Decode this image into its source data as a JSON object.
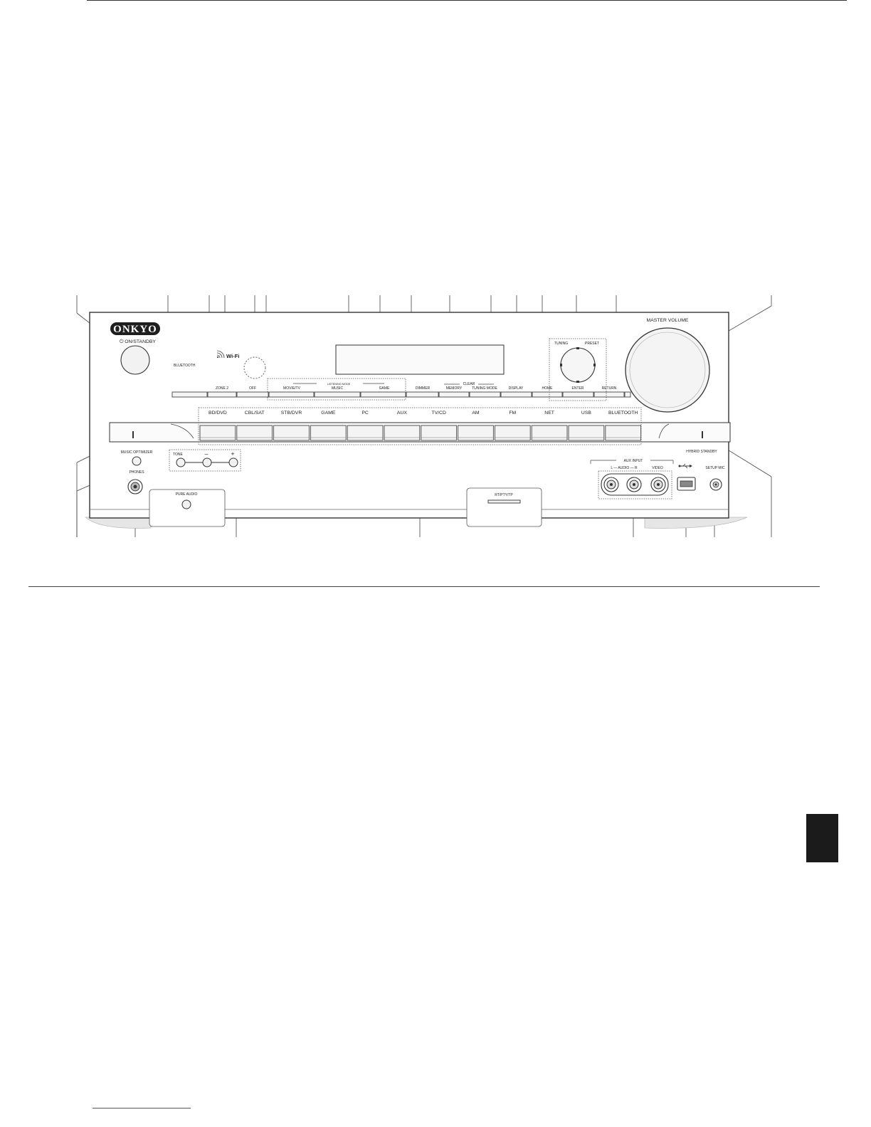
{
  "brand": "ONKYO",
  "labels": {
    "power": "ON/STANDBY",
    "bluetooth_led": "BLUETOOTH",
    "wifi": "Wi-Fi",
    "zone2": "ZONE 2",
    "off": "OFF",
    "listening_mode": "LISTENING MODE",
    "movie_tv": "MOVIE/TV",
    "music": "MUSIC",
    "game_mode": "GAME",
    "dimmer": "DIMMER",
    "clear": "CLEAR",
    "memory": "MEMORY",
    "tuning_mode": "TUNING MODE",
    "display": "DISPLAY",
    "home": "HOME",
    "tuning": "TUNING",
    "preset": "PRESET",
    "enter": "ENTER",
    "return": "RETURN",
    "master_volume": "MASTER VOLUME",
    "hybrid_standby": "HYBRID STANDBY",
    "music_optimizer": "MUSIC OPTIMIZER",
    "tone": "TONE",
    "tone_minus": "–",
    "tone_plus": "+",
    "phones": "PHONES",
    "pure_audio": "PURE AUDIO",
    "rt_pty_tp": "RT/PTY/TP",
    "aux_input": "AUX INPUT",
    "audio_lr": "L — AUDIO — R",
    "video": "VIDEO",
    "setup_mic": "SETUP MIC"
  },
  "input_selectors": [
    "BD/DVD",
    "CBL/SAT",
    "STB/DVR",
    "GAME",
    "PC",
    "AUX",
    "TV/CD",
    "AM",
    "FM",
    "NET",
    "USB",
    "BLUETOOTH"
  ],
  "colors": {
    "line": "#333333",
    "panel_fill": "#ffffff",
    "button_fill": "#f4f4f4",
    "tab": "#1b1b1b",
    "link": "#3a52b8"
  }
}
